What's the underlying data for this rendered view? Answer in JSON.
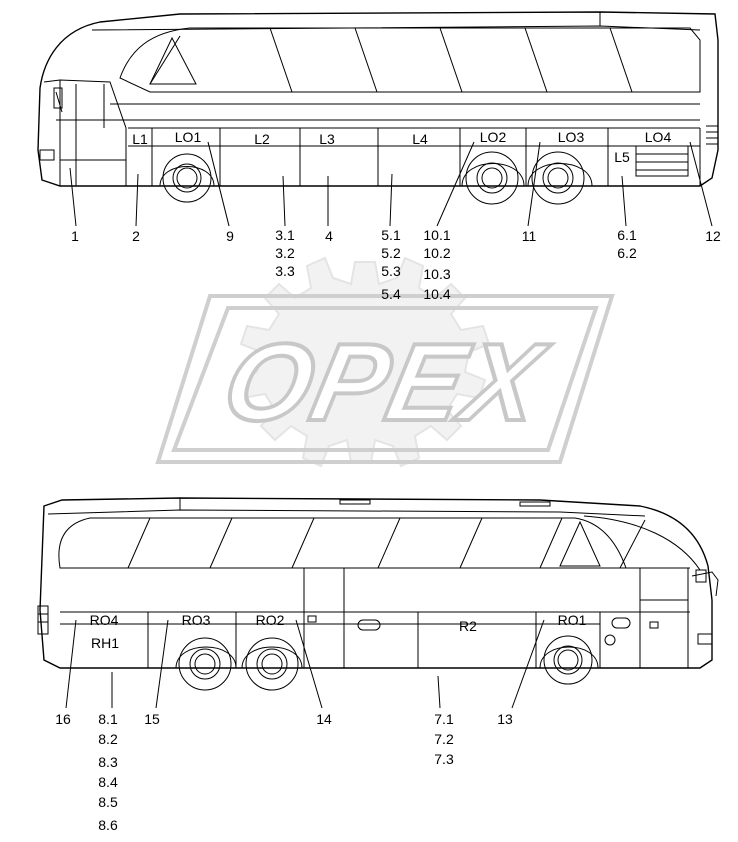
{
  "watermark": {
    "text": "OPEX"
  },
  "top_bus": {
    "panel_labels": [
      "L1",
      "LO1",
      "L2",
      "L3",
      "L4",
      "LO2",
      "LO3",
      "LO4",
      "L5"
    ],
    "callouts": {
      "c1": "1",
      "c2": "2",
      "c9": "9",
      "c3": [
        "3.1",
        "3.2",
        "3.3"
      ],
      "c4": "4",
      "c5": [
        "5.1",
        "5.2",
        "5.3",
        "5.4"
      ],
      "c10": [
        "10.1",
        "10.2",
        "10.3",
        "10.4"
      ],
      "c11": "11",
      "c6": [
        "6.1",
        "6.2"
      ],
      "c12": "12"
    }
  },
  "bottom_bus": {
    "panel_labels": [
      "RO4",
      "RH1",
      "RO3",
      "RO2",
      "R2",
      "RO1"
    ],
    "callouts": {
      "c16": "16",
      "c8": [
        "8.1",
        "8.2",
        "8.3",
        "8.4",
        "8.5",
        "8.6"
      ],
      "c15": "15",
      "c14": "14",
      "c7": [
        "7.1",
        "7.2",
        "7.3"
      ],
      "c13": "13"
    }
  }
}
